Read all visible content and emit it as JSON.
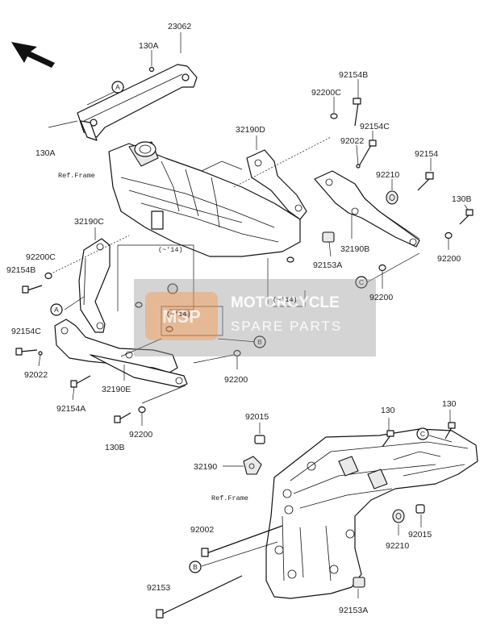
{
  "diagram": {
    "labels": {
      "p23062": "23062",
      "p130A_top": "130A",
      "p130A_left": "130A",
      "p92154B_top": "92154B",
      "p92200C_top": "92200C",
      "p32190D": "32190D",
      "p92154C_top": "92154C",
      "p92022_top": "92022",
      "p92154_top": "92154",
      "p92210_top": "92210",
      "p130B_right": "130B",
      "p32190C": "32190C",
      "p92200C_left": "92200C",
      "p92154B_left": "92154B",
      "p32190B": "32190B",
      "p92153A_top": "92153A",
      "p92200_right": "92200",
      "p92200_mid": "92200",
      "p92154C_left": "92154C",
      "p92022_left": "92022",
      "p32190E": "32190E",
      "p92200_low": "92200",
      "p92154A": "92154A",
      "p130B_left": "130B",
      "p92200_bottom": "92200",
      "p92015_top": "92015",
      "p130_a": "130",
      "p130_b": "130",
      "p32190": "32190",
      "p92002": "92002",
      "p92210_bottom": "92210",
      "p92015_bottom": "92015",
      "p92153": "92153",
      "p92153A_bottom": "92153A",
      "ref_frame_top": "Ref.Frame",
      "ref_frame_bottom": "Ref.Frame",
      "year_box_1": "(~'14)",
      "year_box_2": "(~'14)",
      "year_box_3": "(~'14)"
    },
    "markers": {
      "A": "A",
      "B": "B",
      "C": "C"
    }
  },
  "watermark": {
    "brand_top": "MOTORCYCLE",
    "brand_bottom": "SPARE PARTS",
    "badge": "MSP",
    "accent": "#f08a38",
    "panel_color": "#9a9a9a"
  },
  "icons": {
    "direction": "front-direction-arrow-icon"
  }
}
